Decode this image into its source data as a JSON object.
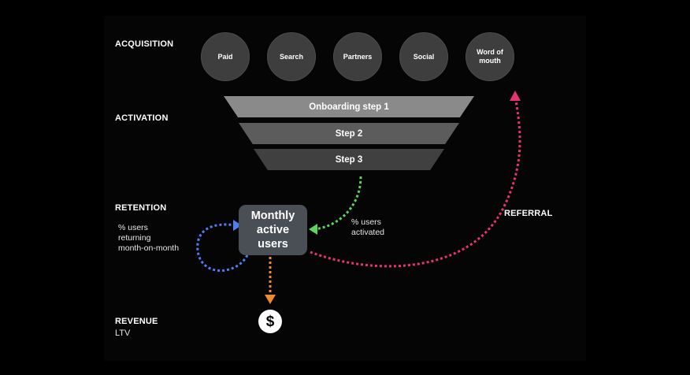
{
  "stages": {
    "acquisition": "ACQUISITION",
    "activation": "ACTIVATION",
    "retention": "RETENTION",
    "revenue": "REVENUE",
    "revenue_sub": "LTV",
    "referral": "REFERRAL"
  },
  "channels": [
    "Paid",
    "Search",
    "Partners",
    "Social",
    "Word of mouth"
  ],
  "funnel_steps": [
    "Onboarding step 1",
    "Step 2",
    "Step 3"
  ],
  "center_box": "Monthly\nactive\nusers",
  "annotations": {
    "retention_note": "% users\nreturning\nmonth-on-month",
    "activation_note": "% users\nactivated"
  },
  "revenue_icon": {
    "name": "dollar-icon",
    "glyph": "$"
  },
  "colors": {
    "background": "#000000",
    "channel_fill": "#3e3e3e",
    "funnel_step_1": "#8a8a8a",
    "funnel_step_2": "#5c5c5c",
    "funnel_step_3": "#404040",
    "center_box": "#4a4f56",
    "activation_arrow": "#5dd55d",
    "retention_arrow": "#4f7ff0",
    "revenue_arrow": "#f08a2a",
    "referral_arrow": "#e8336e"
  }
}
